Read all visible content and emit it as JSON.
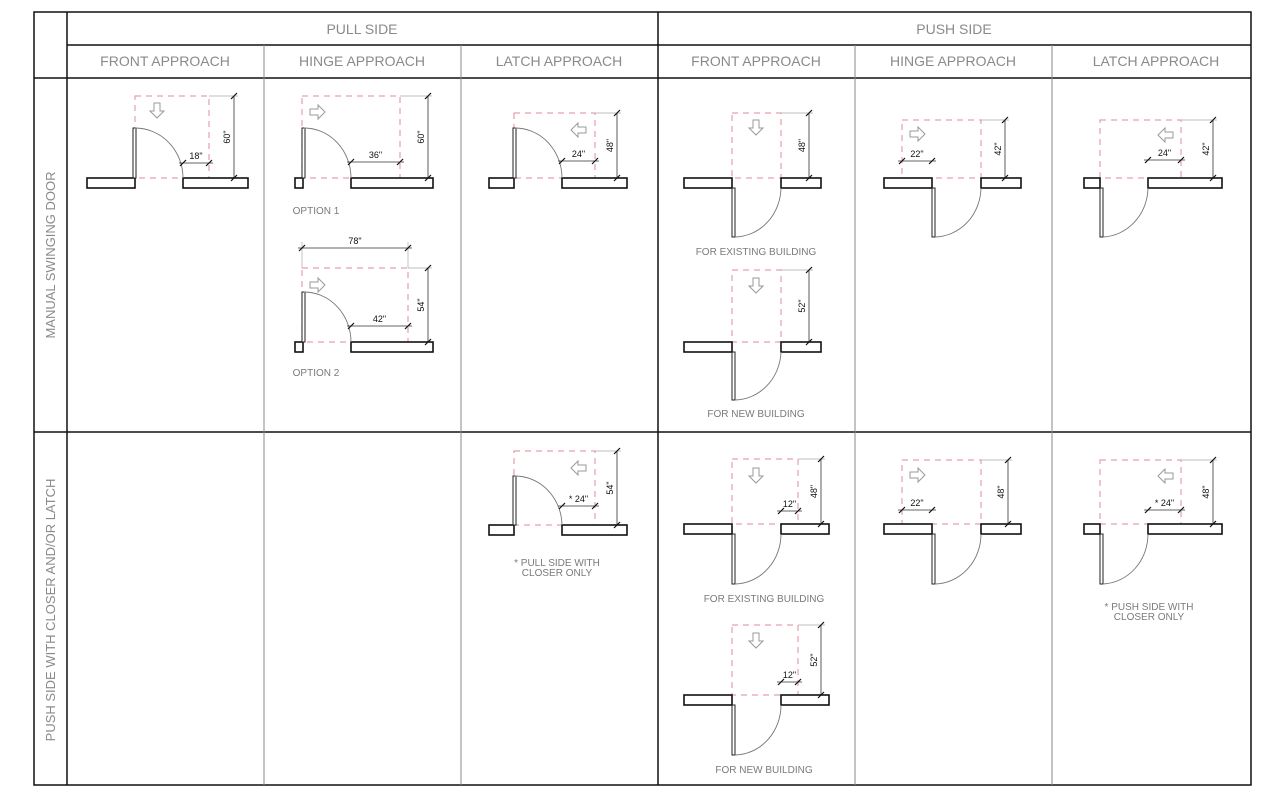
{
  "header": {
    "groups": [
      {
        "label": "PULL SIDE"
      },
      {
        "label": "PUSH SIDE"
      }
    ],
    "columns": [
      {
        "label": "FRONT APPROACH"
      },
      {
        "label": "HINGE APPROACH"
      },
      {
        "label": "LATCH APPROACH"
      },
      {
        "label": "FRONT APPROACH"
      },
      {
        "label": "HINGE APPROACH"
      },
      {
        "label": "LATCH APPROACH"
      }
    ]
  },
  "rows": [
    {
      "label": "MANUAL SWINGING DOOR"
    },
    {
      "label": "PUSH SIDE WITH CLOSER AND/OR LATCH"
    }
  ],
  "colors": {
    "grid": "#111111",
    "clearance": "#e6a0aa",
    "arrow": "#9a9a9a",
    "swing": "#777777",
    "caption": "#7a7a7a"
  },
  "diagrams": [
    {
      "id": "pull-front-manual",
      "side": "pull",
      "approach": "front",
      "arrow": "down",
      "depth": "60\"",
      "latch_clear": "18\"",
      "caption": ""
    },
    {
      "id": "pull-hinge-opt1",
      "side": "pull",
      "approach": "hinge",
      "arrow": "right",
      "depth": "60\"",
      "latch_clear": "36\"",
      "caption": "OPTION 1"
    },
    {
      "id": "pull-hinge-opt2",
      "side": "pull",
      "approach": "hinge",
      "arrow": "right",
      "depth": "54\"",
      "latch_clear": "42\"",
      "width": "78\"",
      "caption": "OPTION 2"
    },
    {
      "id": "pull-latch-manual",
      "side": "pull",
      "approach": "latch",
      "arrow": "left",
      "depth": "48\"",
      "latch_clear": "24\"",
      "caption": ""
    },
    {
      "id": "push-front-existing",
      "side": "push",
      "approach": "front",
      "arrow": "down",
      "depth": "48\"",
      "caption": "FOR EXISTING BUILDING"
    },
    {
      "id": "push-front-new",
      "side": "push",
      "approach": "front",
      "arrow": "down",
      "depth": "52\"",
      "caption": "FOR NEW BUILDING"
    },
    {
      "id": "push-hinge-manual",
      "side": "push",
      "approach": "hinge",
      "arrow": "right",
      "depth": "42\"",
      "hinge_clear": "22\"",
      "caption": ""
    },
    {
      "id": "push-latch-manual",
      "side": "push",
      "approach": "latch",
      "arrow": "left",
      "depth": "42\"",
      "latch_clear": "24\"",
      "caption": ""
    },
    {
      "id": "pull-latch-closer",
      "side": "pull",
      "approach": "latch",
      "arrow": "left",
      "depth": "54\"",
      "latch_clear": "* 24\"",
      "caption": "* PULL SIDE WITH\nCLOSER ONLY"
    },
    {
      "id": "push-front-closer-existing",
      "side": "push",
      "approach": "front",
      "arrow": "down",
      "depth": "48\"",
      "latch_clear": "12\"",
      "caption": "FOR EXISTING BUILDING"
    },
    {
      "id": "push-front-closer-new",
      "side": "push",
      "approach": "front",
      "arrow": "down",
      "depth": "52\"",
      "latch_clear": "12\"",
      "caption": "FOR NEW BUILDING"
    },
    {
      "id": "push-hinge-closer",
      "side": "push",
      "approach": "hinge",
      "arrow": "right",
      "depth": "48\"",
      "hinge_clear": "22\"",
      "caption": ""
    },
    {
      "id": "push-latch-closer",
      "side": "push",
      "approach": "latch",
      "arrow": "left",
      "depth": "48\"",
      "latch_clear": "* 24\"",
      "caption": "* PUSH SIDE WITH\nCLOSER ONLY"
    }
  ]
}
